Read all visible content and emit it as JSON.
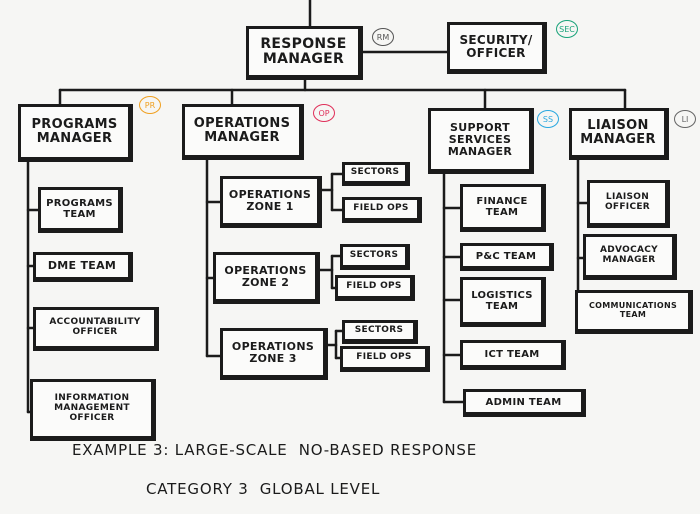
{
  "boxes": {
    "response_manager": "RESPONSE\nMANAGER",
    "security_officer": "SECURITY/\nOFFICER",
    "programs_manager": "PROGRAMS\nMANAGER",
    "operations_manager": "OPERATIONS\nMANAGER",
    "support_services_manager": "SUPPORT\nSERVICES\nMANAGER",
    "liaison_manager": "LIAISON\nMANAGER",
    "programs_team": "PROGRAMS\nTEAM",
    "dme_team": "DME TEAM",
    "accountability_officer": "ACCOUNTABILITY\nOFFICER",
    "information_management_officer": "INFORMATION\nMANAGEMENT\nOFFICER",
    "operations_zone_1": "OPERATIONS\nZONE 1",
    "operations_zone_2": "OPERATIONS\nZONE 2",
    "operations_zone_3": "OPERATIONS\nZONE 3",
    "sectors_1": "SECTORS",
    "field_ops_1": "FIELD OPS",
    "sectors_2": "SECTORS",
    "field_ops_2": "FIELD OPS",
    "sectors_3": "SECTORS",
    "field_ops_3": "FIELD OPS",
    "finance_team": "FINANCE\nTEAM",
    "pc_team": "P&C TEAM",
    "logistics_team": "LOGISTICS\nTEAM",
    "ict_team": "ICT TEAM",
    "admin_team": "ADMIN TEAM",
    "liaison_officer": "LIAISON\nOFFICER",
    "advocacy_manager": "ADVOCACY\nMANAGER",
    "communications_team": "COMMUNICATIONS\nTEAM"
  },
  "badges": {
    "rm": {
      "text": "RM",
      "color": "#555555"
    },
    "sec": {
      "text": "SEC",
      "color": "#1aa37a"
    },
    "pr": {
      "text": "PR",
      "color": "#f0a020"
    },
    "op": {
      "text": "OP",
      "color": "#e0305a"
    },
    "ss": {
      "text": "SS",
      "color": "#2aa8e0"
    },
    "li": {
      "text": "LI",
      "color": "#666666"
    }
  },
  "caption": {
    "line1": "EXAMPLE 3: LARGE-SCALE  NO-BASED RESPONSE",
    "line2": "CATEGORY 3  GLOBAL LEVEL"
  }
}
